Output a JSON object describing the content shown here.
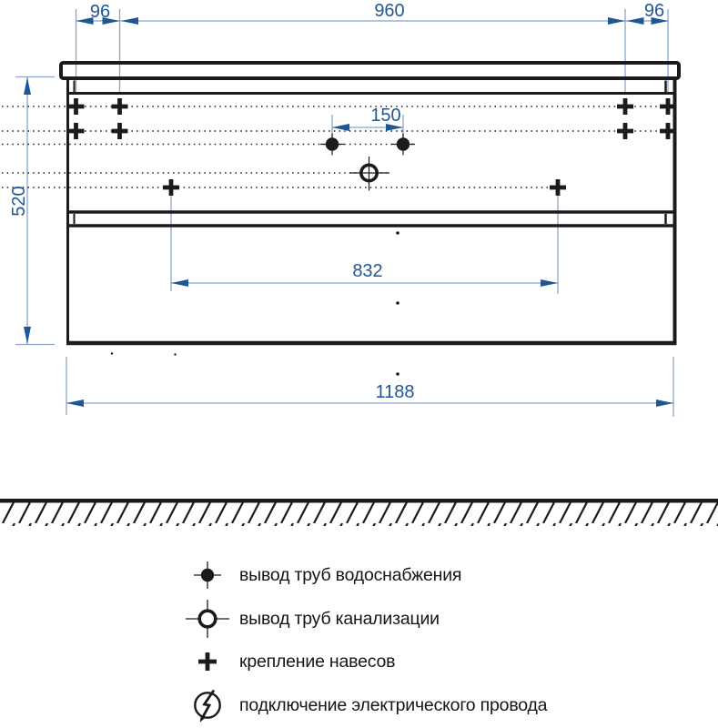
{
  "drawing": {
    "dim_labels": {
      "hang_left": "96",
      "hang_span": "960",
      "hang_right": "96",
      "water_spacing": "150",
      "height": "520",
      "bracket_span": "832",
      "total_width": "1188"
    },
    "colors": {
      "dimension_blue": "#1f5796",
      "extension_blue": "#8aa5c8",
      "line_black": "#1b1b1b"
    }
  },
  "legend": {
    "items": [
      {
        "icon": "water-supply-icon",
        "label": "вывод труб водоснабжения"
      },
      {
        "icon": "sewage-outlet-icon",
        "label": "вывод труб канализации"
      },
      {
        "icon": "mounting-cross-icon",
        "label": "крепление навесов"
      },
      {
        "icon": "electric-connection-icon",
        "label": "подключение электрического провода"
      }
    ]
  }
}
